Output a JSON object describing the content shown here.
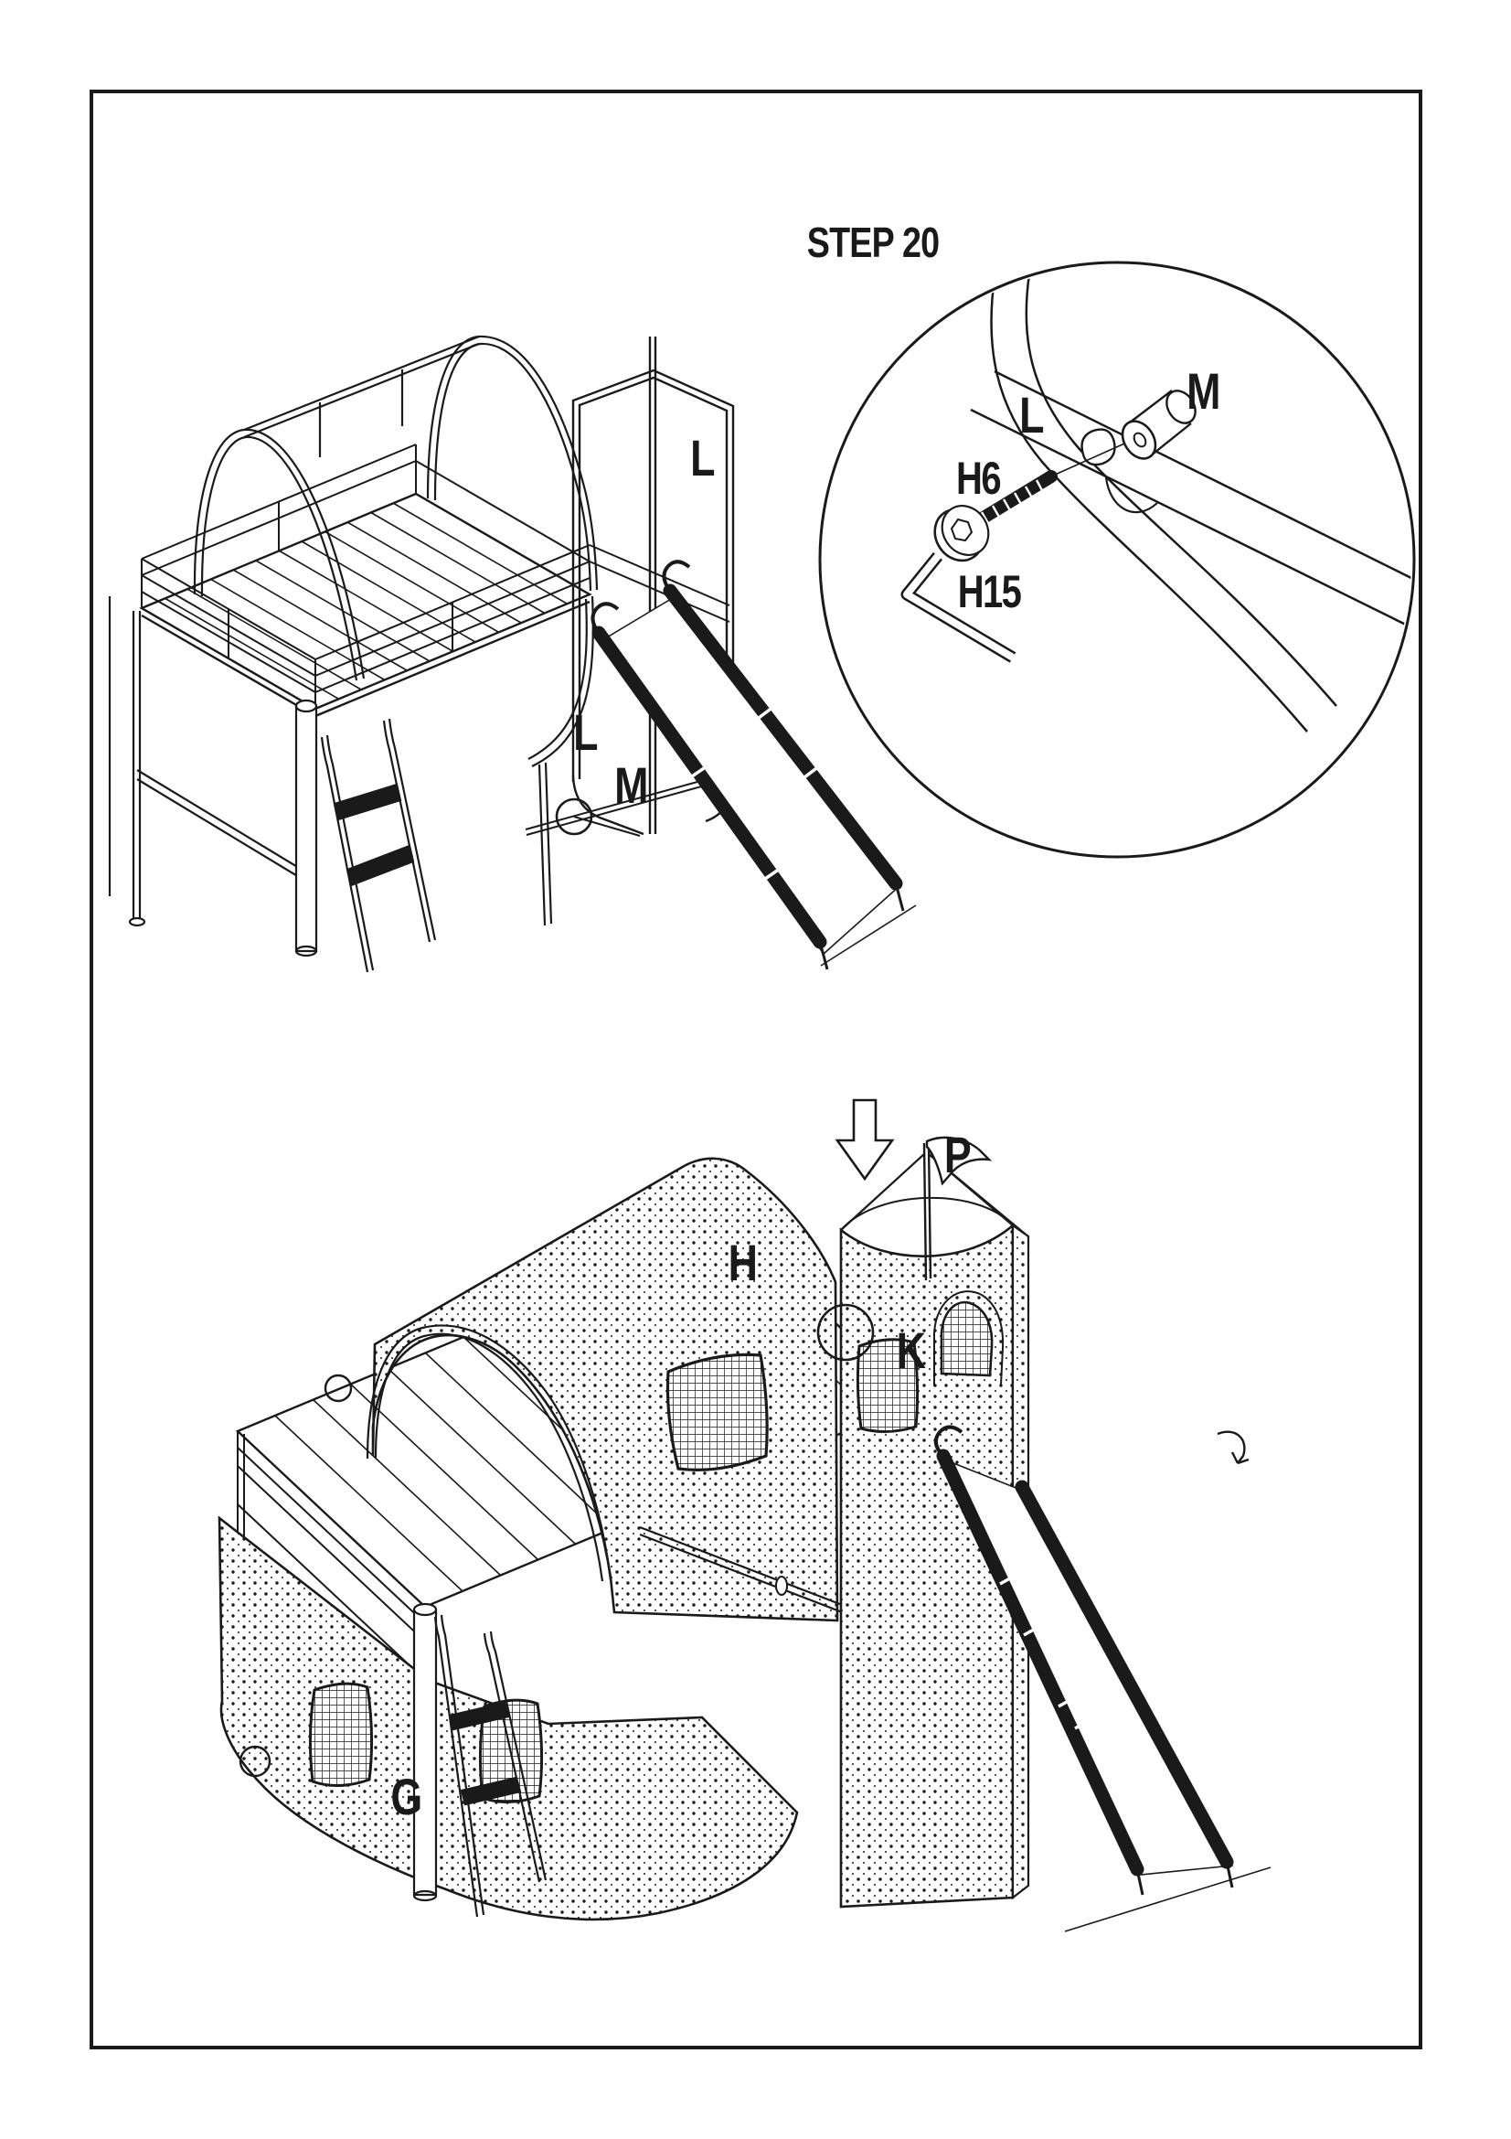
{
  "document": {
    "type": "assembly-instruction-page",
    "step_title": "STEP 20",
    "line_color": "#1a1a1a",
    "paper_color": "#ffffff"
  },
  "labels": {
    "step_title": "STEP 20",
    "top_illustration": {
      "frame_upper": "L",
      "frame_lower": "L",
      "connector": "M"
    },
    "detail_circle": {
      "tube": "L",
      "sleeve": "M",
      "screw": "H6",
      "allen_key": "H15"
    },
    "bottom_illustration": {
      "tent": "H",
      "flag": "P",
      "tower": "K",
      "curtain": "G"
    }
  }
}
